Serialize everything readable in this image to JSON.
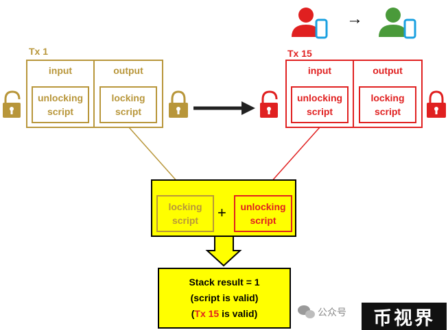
{
  "tx1": {
    "label": "Tx 1",
    "input_header": "input",
    "output_header": "output",
    "unlocking_line1": "unlocking",
    "unlocking_line2": "script",
    "locking_line1": "locking",
    "locking_line2": "script"
  },
  "tx15": {
    "label": "Tx 15",
    "input_header": "input",
    "output_header": "output",
    "unlocking_line1": "unlocking",
    "unlocking_line2": "script",
    "locking_line1": "locking",
    "locking_line2": "script"
  },
  "combine": {
    "locking_line1": "locking",
    "locking_line2": "script",
    "plus": "+",
    "unlocking_line1": "unlocking",
    "unlocking_line2": "script"
  },
  "result": {
    "line1": "Stack result = 1",
    "line2": "(script is valid)",
    "line3_open": "(",
    "line3_tx": "Tx 15",
    "line3_rest": " is valid)"
  },
  "transfer_arrow": "→",
  "watermark": {
    "text": "公众号",
    "badge": "币视界"
  },
  "colors": {
    "gold": "#b8963a",
    "red": "#e02020",
    "green": "#4a9a3a",
    "yellow": "#ffff00",
    "phone": "#1aa0e0"
  },
  "icons": [
    "unlocked-padlock-icon",
    "locked-padlock-icon",
    "user-with-phone-icon",
    "wechat-icon"
  ]
}
